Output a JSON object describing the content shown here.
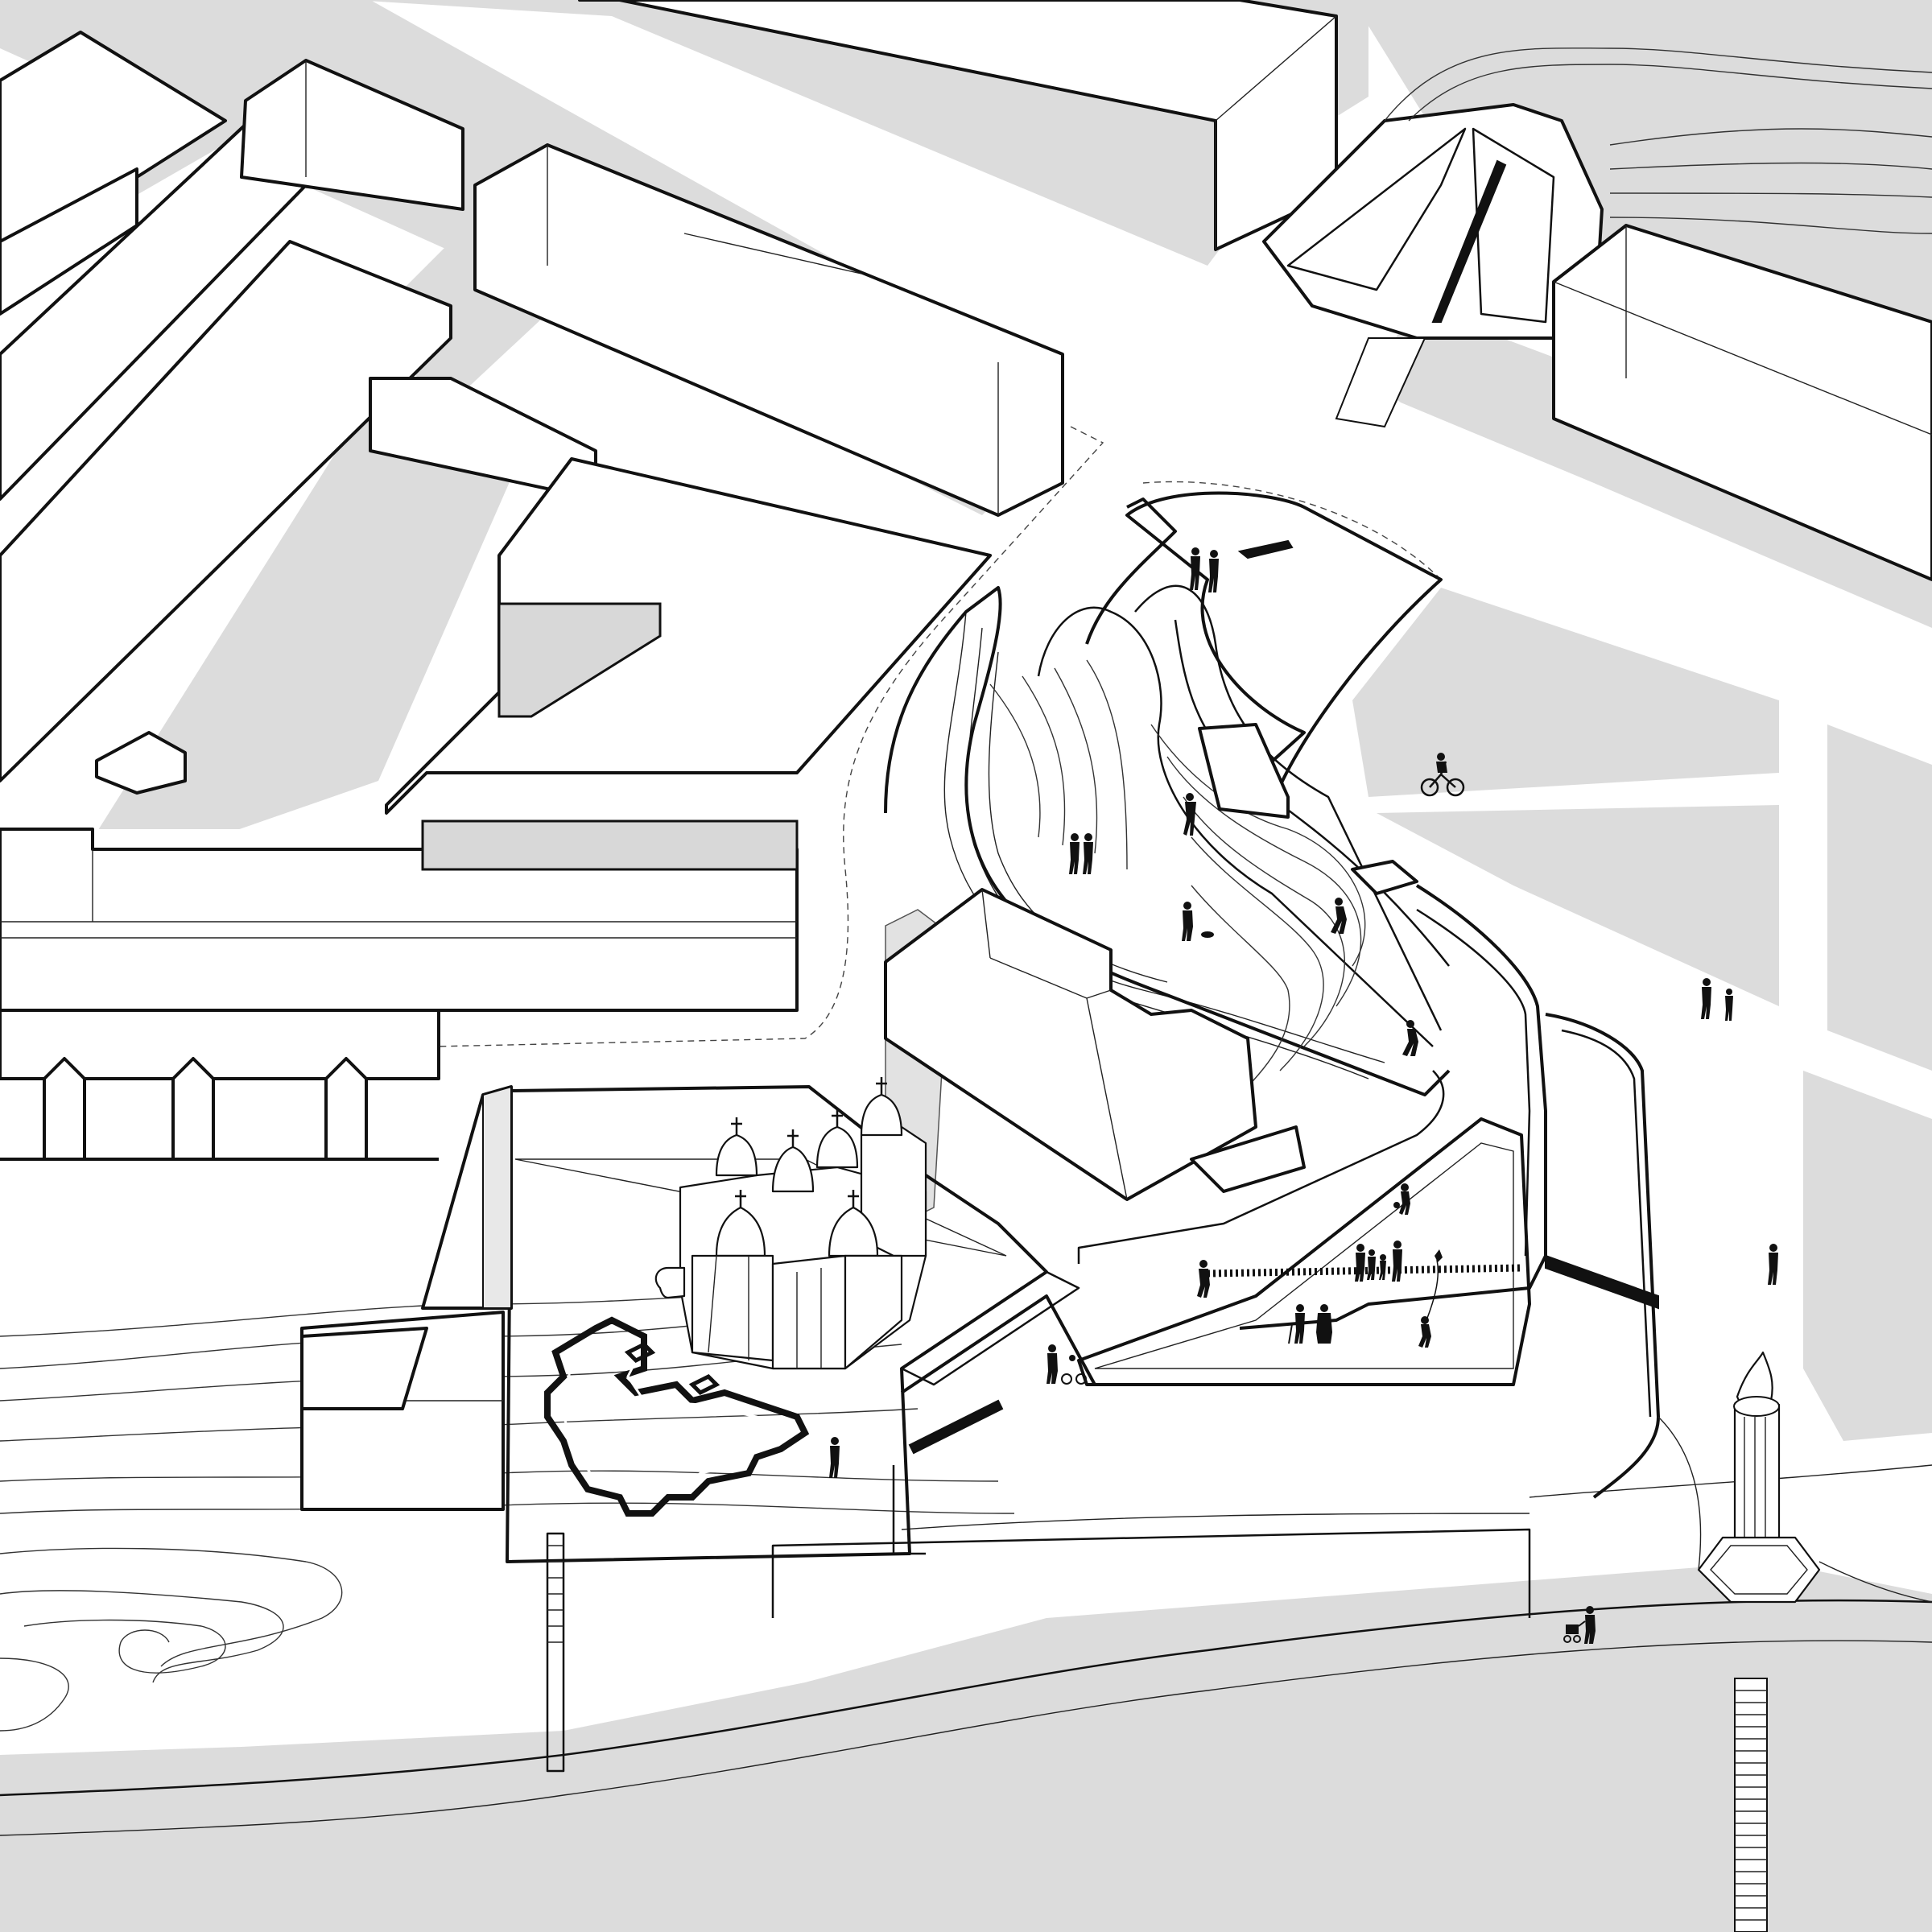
{
  "figure": {
    "kind": "axonometric urban site plan, line drawing",
    "colors": {
      "road": "#dcdcdc",
      "ground": "#ffffff",
      "line": "#111111",
      "figures": "#111111"
    },
    "icons": [
      "buildings",
      "church-with-domes",
      "church-foundation-outline",
      "terraced-pathway",
      "contour-lines",
      "pedestrians",
      "cyclist",
      "pram",
      "candle-monument",
      "staircase"
    ]
  }
}
